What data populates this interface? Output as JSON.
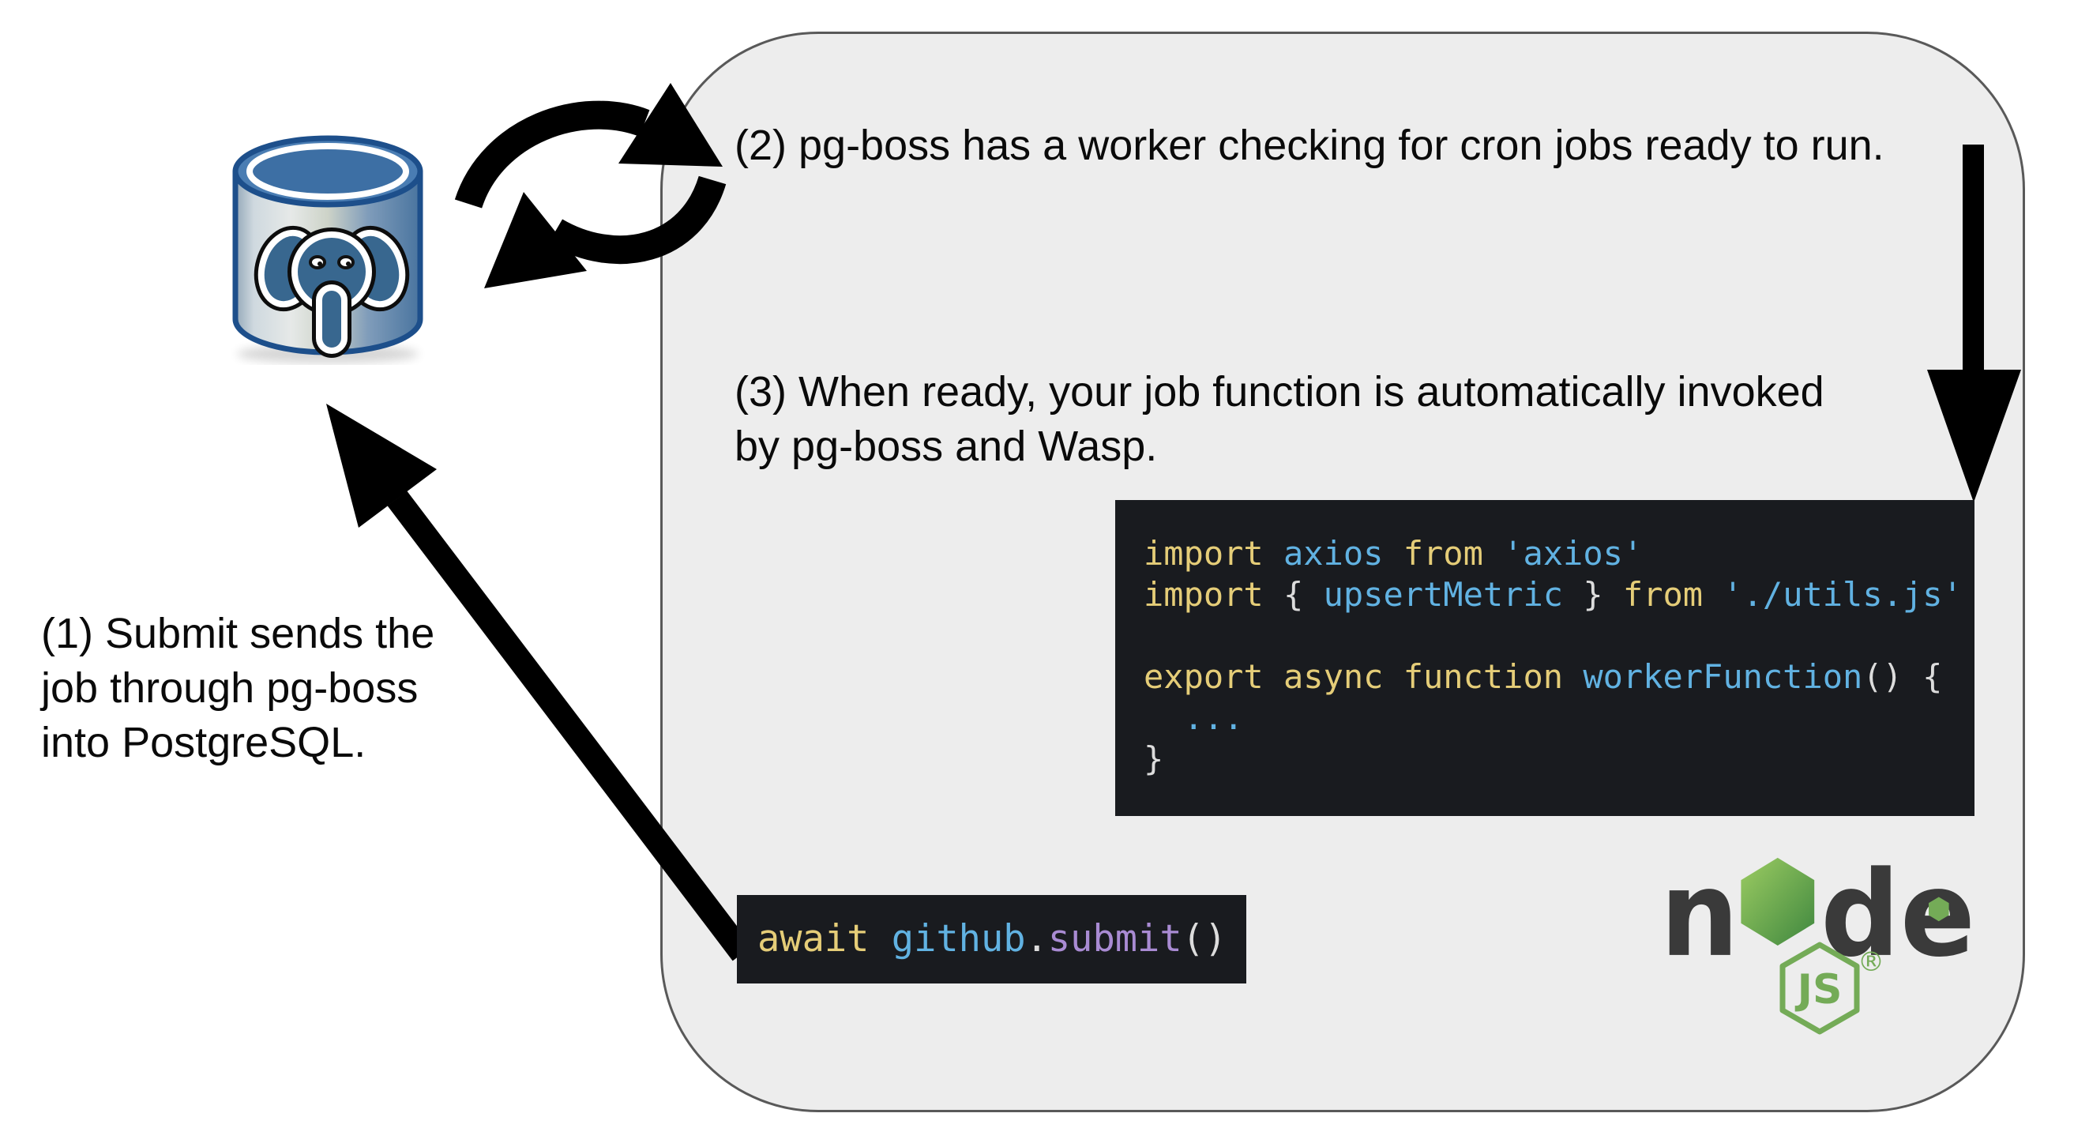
{
  "colors": {
    "page_bg": "#ffffff",
    "container_fill": "#ededed",
    "container_border": "#595959",
    "arrow_black": "#000000",
    "text_black": "#0a0a0a",
    "code_bg": "#191b1f",
    "tok_kw": "#e5cd78",
    "tok_id": "#61b2e2",
    "tok_str": "#61b2e2",
    "tok_pun": "#dcdcdc",
    "tok_meth": "#a98bd3",
    "node_dark": "#3a3a3a",
    "node_green_light": "#9ccc62",
    "node_green_dark": "#3f873f",
    "node_green_badge": "#74ab57",
    "pg_blue_top": "#3d6fa4",
    "pg_blue_rim": "#4a7db3",
    "pg_blue_border": "#1d4f8b",
    "pg_elephant": "#38678f"
  },
  "steps": {
    "step1": "(1) Submit sends the\njob through pg-boss\ninto PostgreSQL.",
    "step2": "(2) pg-boss has a worker checking for cron jobs ready to run.",
    "step3": "(3) When ready, your job function is automatically invoked\nby pg-boss and Wasp."
  },
  "icons": {
    "postgresql": "database-cylinder-with-elephant",
    "sync": "two-circular-cycle-arrows",
    "down_arrow": "thick-arrow-down",
    "submit_arrow": "thick-arrow-up-left",
    "node_hexagon": "green-hexagon"
  },
  "code_worker": {
    "lines": [
      [
        {
          "t": "import ",
          "c": "kw"
        },
        {
          "t": "axios ",
          "c": "id"
        },
        {
          "t": "from ",
          "c": "kw"
        },
        {
          "t": "'axios'",
          "c": "str"
        }
      ],
      [
        {
          "t": "import ",
          "c": "kw"
        },
        {
          "t": "{ ",
          "c": "pun"
        },
        {
          "t": "upsertMetric ",
          "c": "id"
        },
        {
          "t": "} ",
          "c": "pun"
        },
        {
          "t": "from ",
          "c": "kw"
        },
        {
          "t": "'./utils.js'",
          "c": "str"
        }
      ],
      [],
      [
        {
          "t": "export ",
          "c": "kw"
        },
        {
          "t": "async ",
          "c": "kw"
        },
        {
          "t": "function ",
          "c": "kw"
        },
        {
          "t": "workerFunction",
          "c": "id"
        },
        {
          "t": "() {",
          "c": "pun"
        }
      ],
      [
        {
          "t": "  ",
          "c": "pun"
        },
        {
          "t": "...",
          "c": "id"
        }
      ],
      [
        {
          "t": "}",
          "c": "pun"
        }
      ]
    ]
  },
  "code_submit": {
    "lines": [
      [
        {
          "t": "await ",
          "c": "kw"
        },
        {
          "t": "github",
          "c": "id"
        },
        {
          "t": ".",
          "c": "pun"
        },
        {
          "t": "submit",
          "c": "meth"
        },
        {
          "t": "()",
          "c": "pun"
        }
      ]
    ]
  },
  "node_logo": {
    "letter_n": "n",
    "letter_d": "d",
    "letter_e": "e",
    "js": "JS",
    "registered": "®"
  }
}
